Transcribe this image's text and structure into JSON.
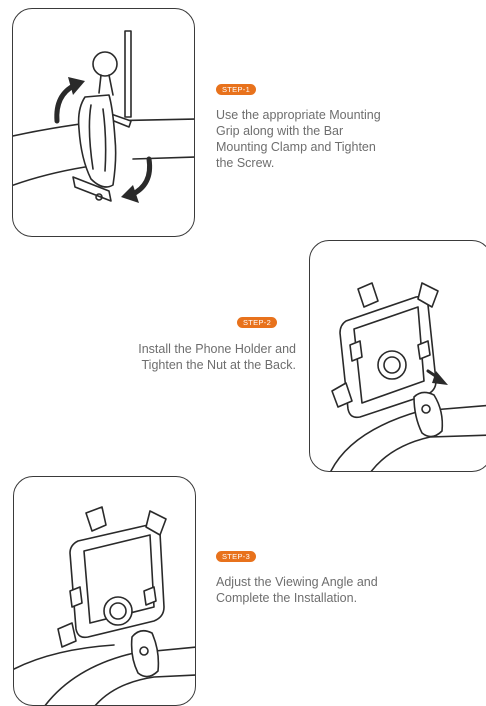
{
  "steps": [
    {
      "badge": "STEP-1",
      "lines": [
        "Use the appropriate Mounting",
        "Grip along with the Bar",
        "Mounting Clamp and Tighten",
        "the Screw."
      ]
    },
    {
      "badge": "STEP-2",
      "lines": [
        "Install the Phone Holder and",
        "Tighten the Nut at the Back."
      ]
    },
    {
      "badge": "STEP-3",
      "lines": [
        "Adjust the Viewing Angle and",
        "Complete the Installation."
      ]
    }
  ],
  "colors": {
    "accent": "#e8721c",
    "text": "#6e6e6e",
    "line_art": "#2a2a2a"
  }
}
